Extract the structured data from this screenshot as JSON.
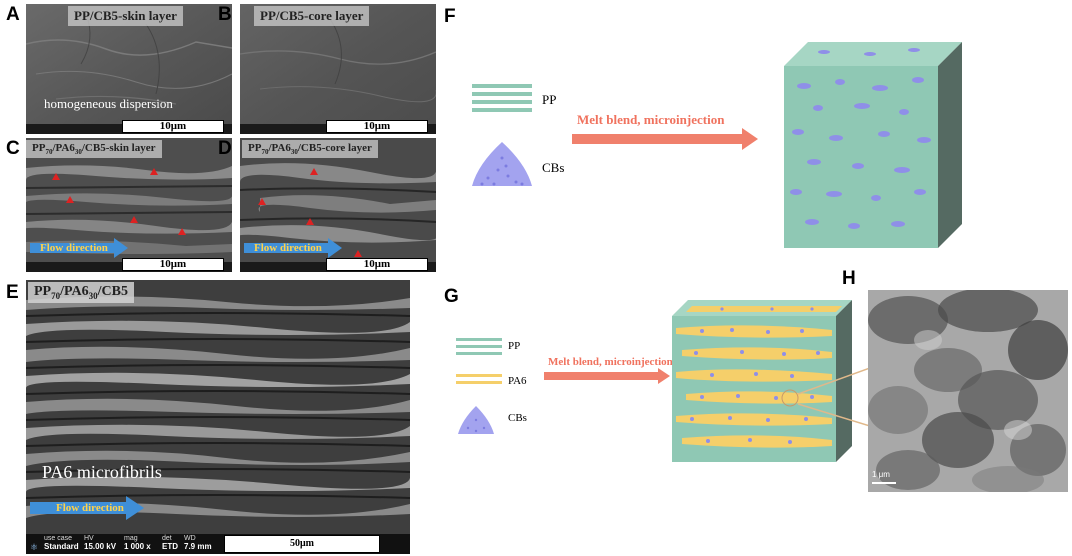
{
  "panels": {
    "A": {
      "letter": "A",
      "title": "PP/CB5-skin layer",
      "annotation": "homogeneous dispersion",
      "scale": "10μm"
    },
    "B": {
      "letter": "B",
      "title": "PP/CB5-core layer",
      "scale": "10μm"
    },
    "C": {
      "letter": "C",
      "title_pre": "PP",
      "sub1": "70",
      "mid": "/PA6",
      "sub2": "30",
      "title_post": "/CB5-skin layer",
      "flow": "Flow direction",
      "scale": "10μm"
    },
    "D": {
      "letter": "D",
      "title_pre": "PP",
      "sub1": "70",
      "mid": "/PA6",
      "sub2": "30",
      "title_post": "/CB5-core layer",
      "flow": "Flow direction",
      "scale": "10μm"
    },
    "E": {
      "letter": "E",
      "title_pre": "PP",
      "sub1": "70",
      "mid": "/PA6",
      "sub2": "30",
      "title_post": "/CB5",
      "annotation": "PA6 microfibrils",
      "flow": "Flow direction",
      "scale": "50μm",
      "meta": {
        "use_case_label": "use case",
        "use_case": "Standard",
        "hv_label": "HV",
        "hv": "15.00 kV",
        "mag_label": "mag",
        "mag": "1 000 x",
        "det_label": "det",
        "det": "ETD",
        "wd_label": "WD",
        "wd": "7.9 mm"
      }
    },
    "F": {
      "letter": "F",
      "pp": "PP",
      "cbs": "CBs",
      "process": "Melt blend, microinjection"
    },
    "G": {
      "letter": "G",
      "pp": "PP",
      "pa6": "PA6",
      "cbs": "CBs",
      "process": "Melt blend, microinjection"
    },
    "H": {
      "letter": "H",
      "scale": "1 μm"
    }
  },
  "colors": {
    "pp_green": "#8fc8b4",
    "pa6_yellow": "#f5cf6a",
    "cb_purple": "#8f8fe8",
    "process_arrow": "#f0806c",
    "flow_arrow": "#3f8fd8"
  }
}
